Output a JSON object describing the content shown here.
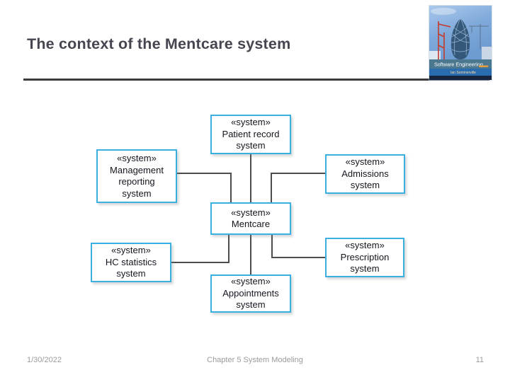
{
  "slide": {
    "title": "The context of the Mentcare system",
    "footer": {
      "date": "1/30/2022",
      "center": "Chapter 5 System Modeling",
      "page_number": "11"
    }
  },
  "logo": {
    "book_title": "Software Engineering",
    "book_author": "Ian Sommerville"
  },
  "colors": {
    "title_text": "#45464f",
    "rule": "#3b3b40",
    "box_border": "#3bafe0",
    "box_text": "#15151f",
    "connector": "#4d4d4d",
    "footer_text": "#9b9b9b",
    "logo_sky": "#7fa9da",
    "logo_band_teal": "#3d6c85",
    "logo_band_blue": "#2a6cb0",
    "logo_band_navy": "#16243d"
  },
  "diagram": {
    "stereotype": "«system»",
    "boxes": [
      {
        "id": "patient-record",
        "lines": [
          "«system»",
          "Patient record",
          "system"
        ]
      },
      {
        "id": "management-reporting",
        "lines": [
          "«system»",
          "Management",
          "reporting",
          "system"
        ]
      },
      {
        "id": "admissions",
        "lines": [
          "«system»",
          "Admissions",
          "system"
        ]
      },
      {
        "id": "mentcare",
        "lines": [
          "«system»",
          "Mentcare"
        ]
      },
      {
        "id": "hc-statistics",
        "lines": [
          "«system»",
          "HC statistics",
          "system"
        ]
      },
      {
        "id": "prescription",
        "lines": [
          "«system»",
          "Prescription",
          "system"
        ]
      },
      {
        "id": "appointments",
        "lines": [
          "«system»",
          "Appointments",
          "system"
        ]
      }
    ]
  }
}
